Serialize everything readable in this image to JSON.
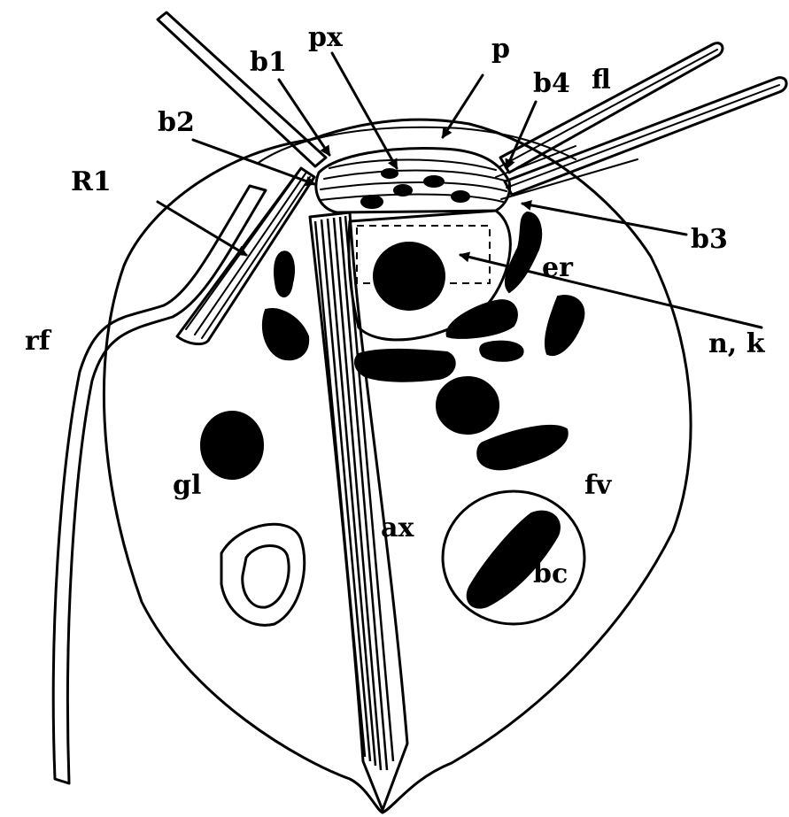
{
  "labels": {
    "px": "px",
    "p": "p",
    "b1": "b1",
    "b4": "b4",
    "fl": "fl",
    "b2": "b2",
    "R1": "R1",
    "b3": "b3",
    "er": "er",
    "rf": "rf",
    "nk": "n, k",
    "gl": "gl",
    "fv": "fv",
    "ax": "ax",
    "bc": "bc"
  },
  "colors": {
    "ink": "#000000",
    "background": "#ffffff"
  }
}
